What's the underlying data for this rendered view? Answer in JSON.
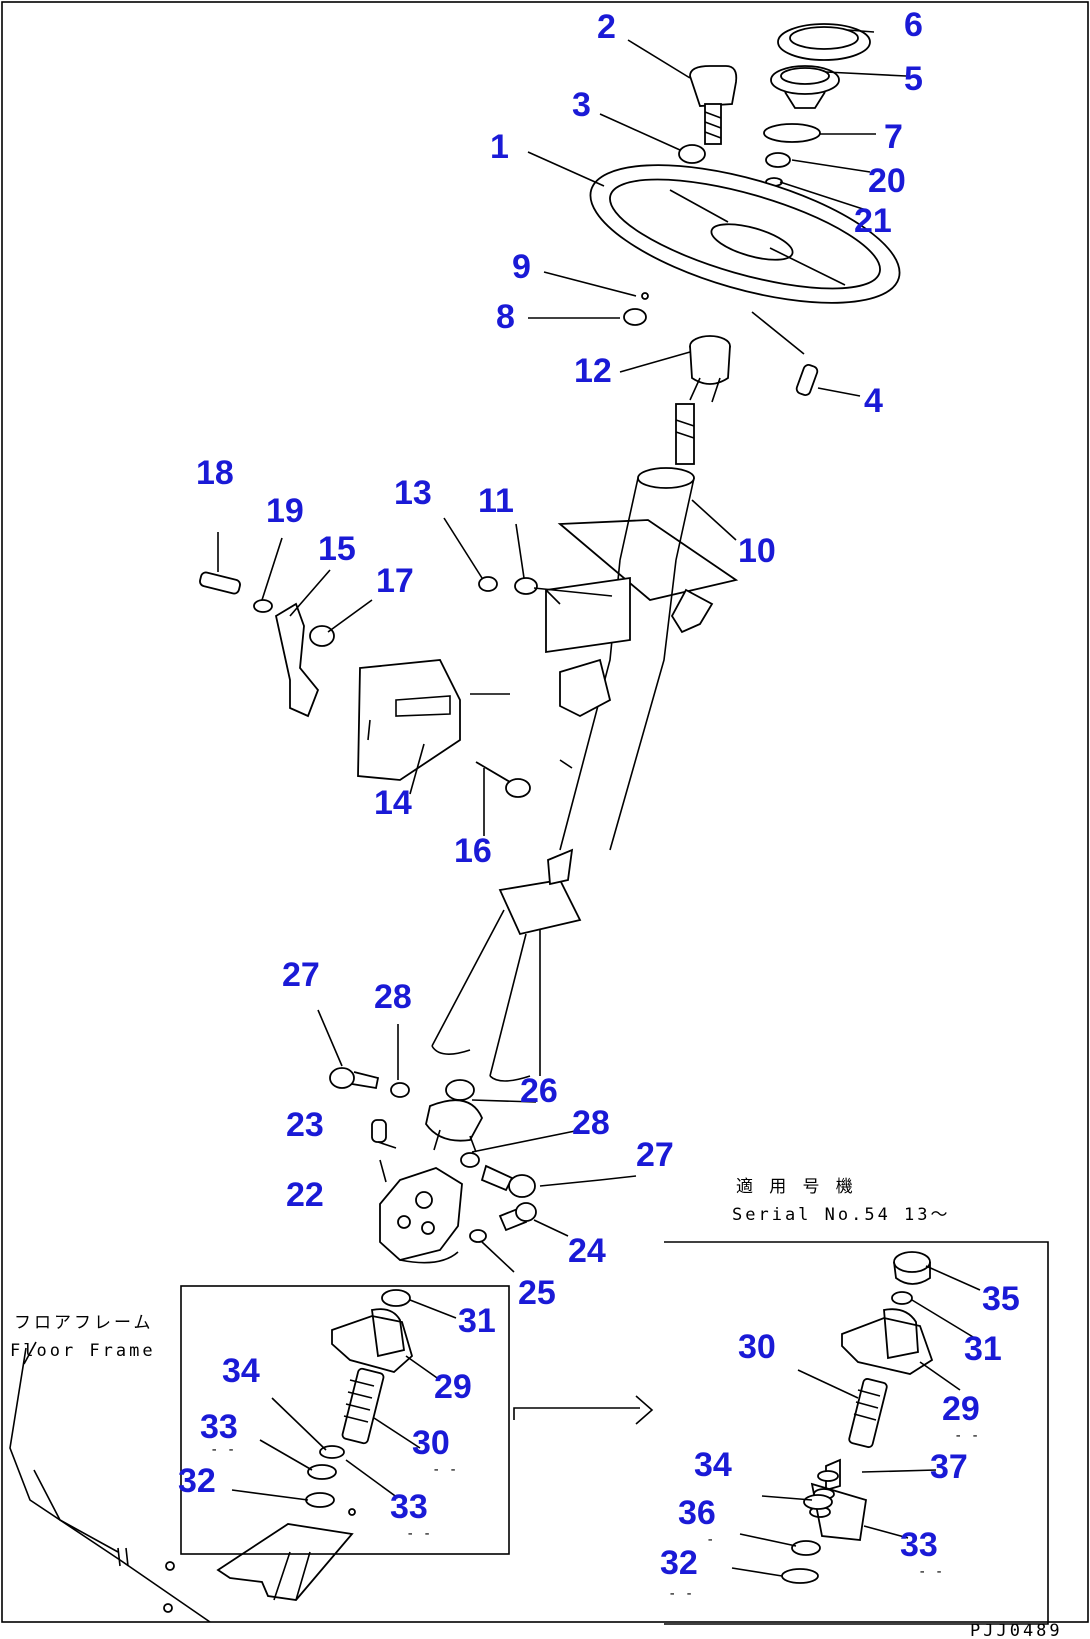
{
  "labels": {
    "p1": "1",
    "p2": "2",
    "p3": "3",
    "p4": "4",
    "p5": "5",
    "p6": "6",
    "p7": "7",
    "p8": "8",
    "p9": "9",
    "p10": "10",
    "p11": "11",
    "p12": "12",
    "p13": "13",
    "p14": "14",
    "p15": "15",
    "p16": "16",
    "p17": "17",
    "p18": "18",
    "p19": "19",
    "p20": "20",
    "p21": "21",
    "p22": "22",
    "p23": "23",
    "p24": "24",
    "p25": "25",
    "p26": "26",
    "p27a": "27",
    "p27b": "27",
    "p28a": "28",
    "p28b": "28",
    "p29a": "29",
    "p30a": "30",
    "p31a": "31",
    "p32a": "32",
    "p33a": "33",
    "p33b": "33",
    "p34a": "34",
    "p29b": "29",
    "p30b": "30",
    "p31b": "31",
    "p32b": "32",
    "p33c": "33",
    "p34b": "34",
    "p35": "35",
    "p36": "36",
    "p37": "37"
  },
  "notes": {
    "applicable_serial_jp": "適 用 号 機",
    "applicable_serial_en": "Serial No.54 13～",
    "floor_frame_jp": "フロアフレーム",
    "floor_frame_en": "Floor Frame",
    "drawing_code": "PJJ0489"
  }
}
